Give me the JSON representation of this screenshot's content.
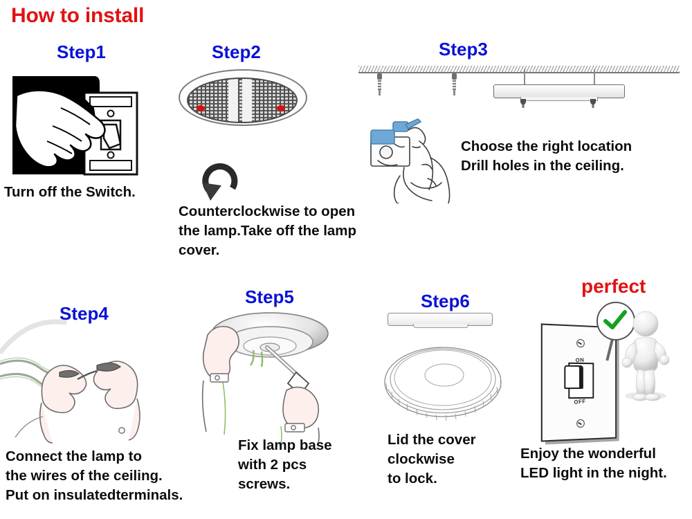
{
  "page": {
    "title": "How to install",
    "title_color": "#e11212",
    "step_label_color": "#0b12d6",
    "background": "#ffffff"
  },
  "steps": [
    {
      "id": "step1",
      "label": "Step1",
      "caption": "Turn off the Switch.",
      "illustration": "hand-pressing-wall-switch-silhouette"
    },
    {
      "id": "step2",
      "label": "Step2",
      "caption": "Counterclockwise to open\nthe lamp.Take off the lamp\ncover.",
      "illustration": "perforated-lamp-cover-with-two-red-grip-marks",
      "arrow": "counterclockwise-rotation-arrow",
      "marker_color": "#d51111"
    },
    {
      "id": "step3",
      "label": "Step3",
      "caption": "Choose the right location\nDrill holes in the ceiling.",
      "illustration": "ceiling-anchors-and-mounted-bar-plus-person-drilling",
      "drill_color": "#6fa8d6"
    },
    {
      "id": "step4",
      "label": "Step4",
      "caption": "Connect the lamp to\nthe wires of the ceiling.\nPut on insulatedterminals.",
      "illustration": "two-hands-twisting-wires-together"
    },
    {
      "id": "step5",
      "label": "Step5",
      "caption": "Fix lamp base\nwith 2 pcs\nscrews.",
      "illustration": "hands-screwing-lamp-base-to-ceiling-with-screwdriver"
    },
    {
      "id": "step6",
      "label": "Step6",
      "caption": "Lid the cover\nclockwise\nto lock.",
      "illustration": "lamp-cover-side-view-and-ridged-perspective-view"
    }
  ],
  "finale": {
    "label": "perfect",
    "label_color": "#e11212",
    "caption": "Enjoy the wonderful\nLED light in the night.",
    "switch_plate": {
      "on_label": "ON",
      "off_label": "OFF"
    },
    "mascot": "white-3d-figure-holding-green-check-sign",
    "check_color": "#16a01e"
  }
}
